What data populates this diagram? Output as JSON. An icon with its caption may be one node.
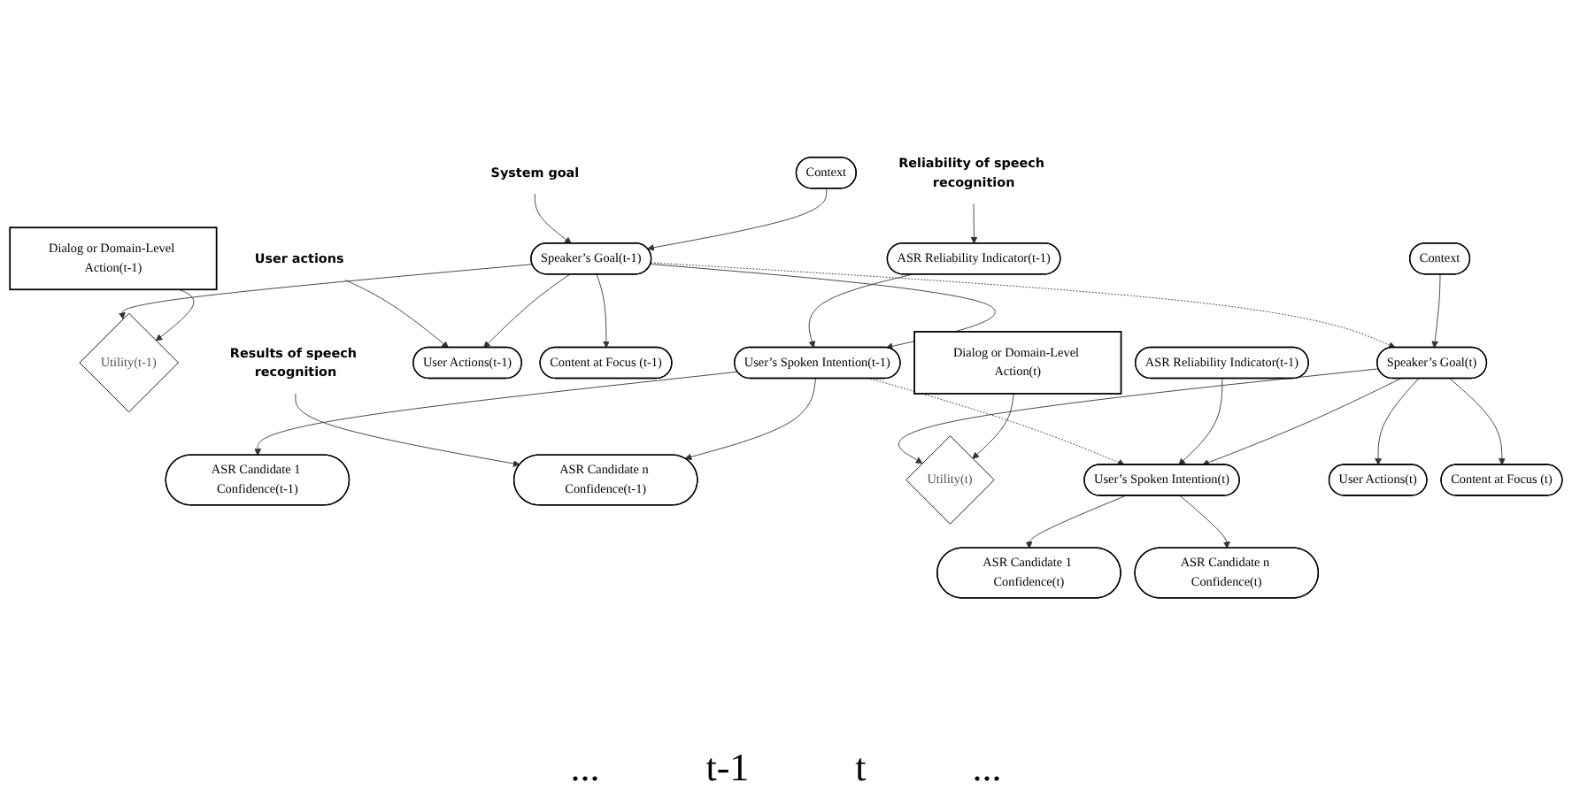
{
  "diagram": {
    "nodes": [
      {
        "text": [
          "Dialog or Domain-Level Action(t-1)"
        ]
      },
      {
        "text": [
          "Utility(t-1)"
        ]
      },
      {
        "text": [
          "Context"
        ]
      },
      {
        "text": [
          "Speaker’s Goal(t-1)"
        ]
      },
      {
        "text": [
          "User’s Spoken Intention(t-1)"
        ]
      },
      {
        "text": [
          "ASR Reliability Indicator(t-1)"
        ]
      },
      {
        "text": [
          "User Actions(t-1)"
        ]
      },
      {
        "text": [
          "Content at Focus (t-1)"
        ]
      },
      {
        "text": [
          "ASR Candidate 1 Confidence(t-1)"
        ]
      },
      {
        "text": [
          "ASR Candidate n Confidence(t-1)"
        ]
      },
      {
        "text": [
          "Reliability of speech recognition"
        ]
      },
      {
        "text": [
          "System goal"
        ]
      },
      {
        "text": [
          "User actions"
        ]
      },
      {
        "text": [
          "Results of speech recognition"
        ]
      },
      {
        "text": [
          "Dialog or Domain-Level Action(t)"
        ]
      },
      {
        "text": [
          "Utility(t)"
        ]
      },
      {
        "text": [
          "Context"
        ]
      },
      {
        "text": [
          "Speaker’s Goal(t)"
        ]
      },
      {
        "text": [
          "User’s Spoken Intention(t)"
        ]
      },
      {
        "text": [
          "ASR Reliability Indicator(t-1)"
        ]
      },
      {
        "text": [
          "User Actions(t)"
        ]
      },
      {
        "text": [
          "Content at Focus (t)"
        ]
      },
      {
        "text": [
          "ASR Candidate 1 Confidence(t)"
        ]
      },
      {
        "text": [
          "ASR Candidate n Confidence(t)"
        ]
      }
    ],
    "edges": [
      {
        "from": 0,
        "to": 1,
        "arrow": "to"
      },
      {
        "from": 2,
        "to": 3,
        "arrow": "to"
      },
      {
        "from": 3,
        "to": 1,
        "arrow": "to"
      },
      {
        "from": 3,
        "to": 4,
        "arrow": "to"
      },
      {
        "from": 3,
        "to": 6,
        "arrow": "to"
      },
      {
        "from": 3,
        "to": 7,
        "arrow": "to"
      },
      {
        "from": 5,
        "to": 4,
        "arrow": "to"
      },
      {
        "from": 4,
        "to": 8,
        "arrow": "to"
      },
      {
        "from": 4,
        "to": 9,
        "arrow": "to"
      },
      {
        "from": 10,
        "to": 5,
        "arrow": "to"
      },
      {
        "from": 11,
        "to": 3,
        "arrow": "to"
      },
      {
        "from": 12,
        "to": 6,
        "arrow": "to"
      },
      {
        "from": 13,
        "to": 9,
        "arrow": "to"
      },
      {
        "from": 14,
        "to": 15,
        "arrow": "to"
      },
      {
        "from": 16,
        "to": 17,
        "arrow": "to"
      },
      {
        "from": 17,
        "to": 15,
        "arrow": "to"
      },
      {
        "from": 17,
        "to": 18,
        "arrow": "to"
      },
      {
        "from": 17,
        "to": 20,
        "arrow": "to"
      },
      {
        "from": 17,
        "to": 21,
        "arrow": "to"
      },
      {
        "from": 19,
        "to": 18,
        "arrow": "to"
      },
      {
        "from": 18,
        "to": 22,
        "arrow": "to"
      },
      {
        "from": 18,
        "to": 23,
        "arrow": "to"
      },
      {
        "from": 3,
        "to": 17,
        "arrow": "to",
        "style": "dashed"
      },
      {
        "from": 4,
        "to": 18,
        "arrow": "to",
        "style": "dashed"
      }
    ],
    "labels": [
      "...",
      "t-1",
      "t",
      "..."
    ]
  }
}
